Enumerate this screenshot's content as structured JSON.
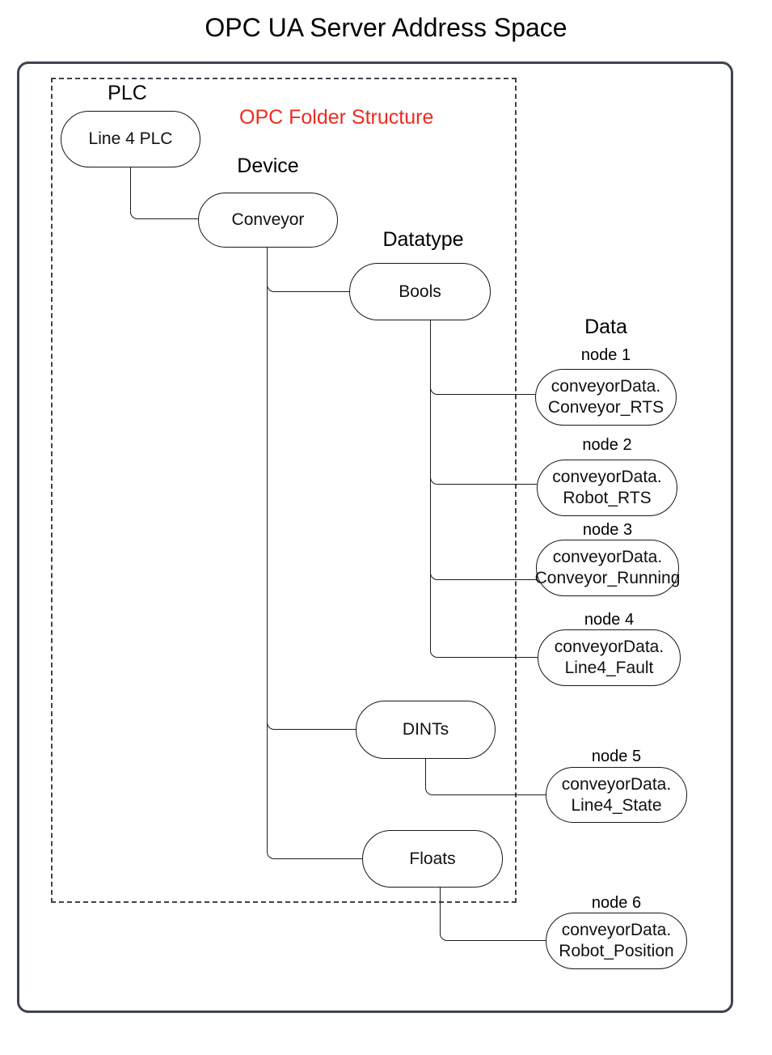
{
  "title": "OPC UA Server Address Space",
  "annotation": {
    "label": "OPC Folder Structure",
    "color": "#ee2b1f"
  },
  "headers": {
    "plc": "PLC",
    "device": "Device",
    "datatype": "Datatype",
    "data": "Data"
  },
  "folders": {
    "plc": "Line 4 PLC",
    "device": "Conveyor",
    "datatypes": [
      "Bools",
      "DINTs",
      "Floats"
    ]
  },
  "edges": [
    {
      "from": "Line 4 PLC",
      "to": "Conveyor"
    },
    {
      "from": "Conveyor",
      "to": "Bools"
    },
    {
      "from": "Conveyor",
      "to": "DINTs"
    },
    {
      "from": "Conveyor",
      "to": "Floats"
    },
    {
      "from": "Bools",
      "to": "node 1"
    },
    {
      "from": "Bools",
      "to": "node 2"
    },
    {
      "from": "Bools",
      "to": "node 3"
    },
    {
      "from": "Bools",
      "to": "node 4"
    },
    {
      "from": "DINTs",
      "to": "node 5"
    },
    {
      "from": "Floats",
      "to": "node 6"
    }
  ],
  "data_nodes": [
    {
      "label": "node 1",
      "line1": "conveyorData.",
      "line2": "Conveyor_RTS",
      "parent": "Bools"
    },
    {
      "label": "node 2",
      "line1": "conveyorData.",
      "line2": "Robot_RTS",
      "parent": "Bools"
    },
    {
      "label": "node 3",
      "line1": "conveyorData.",
      "line2": "Conveyor_Running",
      "parent": "Bools"
    },
    {
      "label": "node 4",
      "line1": "conveyorData.",
      "line2": "Line4_Fault",
      "parent": "Bools"
    },
    {
      "label": "node 5",
      "line1": "conveyorData.",
      "line2": "Line4_State",
      "parent": "DINTs"
    },
    {
      "label": "node 6",
      "line1": "conveyorData.",
      "line2": "Robot_Position",
      "parent": "Floats"
    }
  ],
  "colors": {
    "frame_border": "#3d444e",
    "line": "#1b1b1b",
    "text": "#000000"
  }
}
